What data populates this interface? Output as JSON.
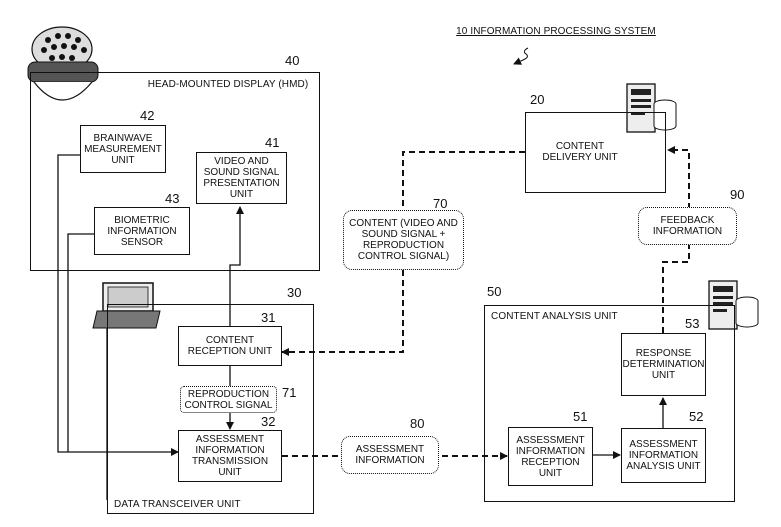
{
  "system_label": "10 INFORMATION PROCESSING SYSTEM",
  "hmd": {
    "number": "40",
    "title": "HEAD-MOUNTED DISPLAY (HMD)"
  },
  "brainwave": {
    "number": "42",
    "label": "BRAINWAVE\nMEASUREMENT\nUNIT"
  },
  "video_sound": {
    "number": "41",
    "label": "VIDEO AND\nSOUND SIGNAL\nPRESENTATION\nUNIT"
  },
  "biometric": {
    "number": "43",
    "label": "BIOMETRIC\nINFORMATION\nSENSOR"
  },
  "content_delivery": {
    "number": "20",
    "label": "CONTENT\nDELIVERY UNIT"
  },
  "content_signal": {
    "number": "70",
    "label": "CONTENT (VIDEO AND\nSOUND SIGNAL +\nREPRODUCTION\nCONTROL SIGNAL)"
  },
  "feedback": {
    "number": "90",
    "label": "FEEDBACK\nINFORMATION"
  },
  "data_transceiver": {
    "number": "30",
    "title": "DATA TRANSCEIVER UNIT"
  },
  "content_reception": {
    "number": "31",
    "label": "CONTENT\nRECEPTION UNIT"
  },
  "reproduction_control": {
    "number": "71",
    "label": "REPRODUCTION\nCONTROL SIGNAL"
  },
  "assessment_transmission": {
    "number": "32",
    "label": "ASSESSMENT\nINFORMATION\nTRANSMISSION\nUNIT"
  },
  "assessment_info": {
    "number": "80",
    "label": "ASSESSMENT\nINFORMATION"
  },
  "content_analysis": {
    "number": "50",
    "title": "CONTENT ANALYSIS UNIT"
  },
  "response_determination": {
    "number": "53",
    "label": "RESPONSE\nDETERMINATION\nUNIT"
  },
  "assessment_reception": {
    "number": "51",
    "label": "ASSESSMENT\nINFORMATION\nRECEPTION\nUNIT"
  },
  "assessment_analysis": {
    "number": "52",
    "label": "ASSESSMENT\nINFORMATION\nANALYSIS UNIT"
  }
}
